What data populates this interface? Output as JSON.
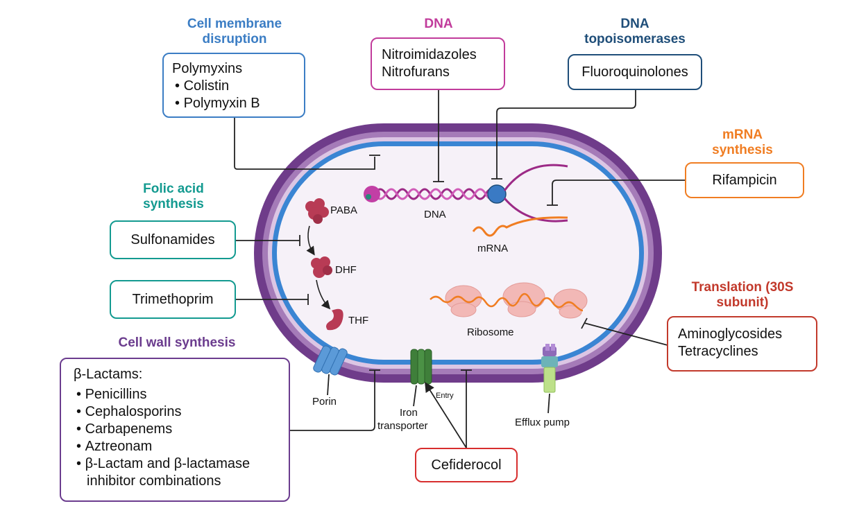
{
  "colors": {
    "membrane": "#3b7dc4",
    "dna": "#c13b9b",
    "topo": "#1f4e79",
    "mrna": "#f07d22",
    "folic": "#139a90",
    "cellwall": "#6b3c8e",
    "translation": "#c2392b",
    "cefid": "#d72e2e",
    "wall_outer": "#6f3c8a",
    "wall_mid": "#a57bb8",
    "wall_inner": "#3a85d3",
    "cytoplasm": "#f6f1f8",
    "enzyme": "#b83b55",
    "ribosome": "#f2b8b6"
  },
  "categories": {
    "membrane": "Cell membrane disruption",
    "dna": "DNA",
    "topo": "DNA topoisomerases",
    "mrna": "mRNA synthesis",
    "folic": "Folic acid synthesis",
    "cellwall": "Cell wall synthesis",
    "translation": "Translation (30S subunit)"
  },
  "drugs": {
    "polymyxins": {
      "heading": "Polymyxins",
      "items": [
        "Colistin",
        "Polymyxin B"
      ]
    },
    "dna_drugs": [
      "Nitroimidazoles",
      "Nitrofurans"
    ],
    "fluoroquinolones": "Fluoroquinolones",
    "rifampicin": "Rifampicin",
    "sulfonamides": "Sulfonamides",
    "trimethoprim": "Trimethoprim",
    "aminoglycosides": [
      "Aminoglycosides",
      "Tetracyclines"
    ],
    "beta_lactams": {
      "heading": "β-Lactams:",
      "items": [
        "Penicillins",
        "Cephalosporins",
        "Carbapenems",
        "Aztreonam"
      ],
      "combo": [
        "β-Lactam and β-lactamase",
        "inhibitor combinations"
      ]
    },
    "cefiderocol": "Cefiderocol"
  },
  "cell_labels": {
    "paba": "PABA",
    "dhf": "DHF",
    "thf": "THF",
    "dna": "DNA",
    "mrna": "mRNA",
    "ribosome": "Ribosome",
    "porin": "Porin",
    "iron_transporter": [
      "Iron",
      "transporter"
    ],
    "entry": "Entry",
    "efflux_pump": "Efflux pump"
  }
}
